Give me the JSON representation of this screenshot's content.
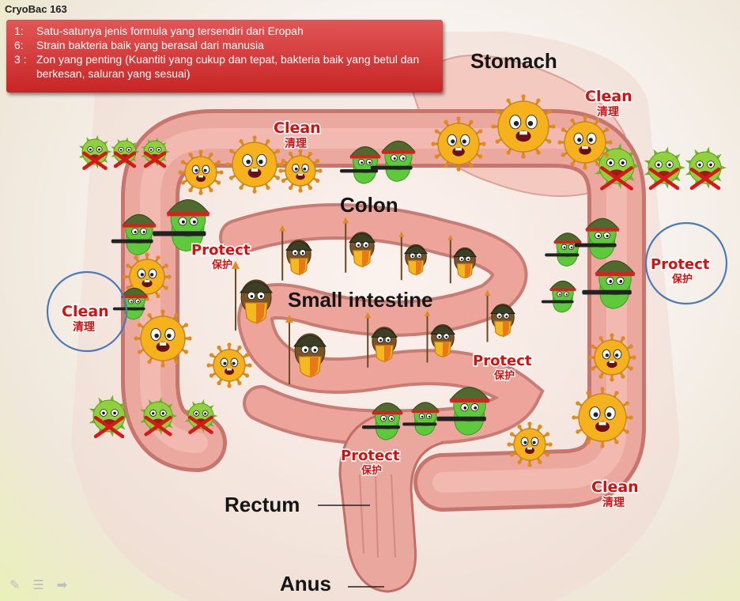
{
  "title": "CryoBac 163",
  "info": [
    {
      "num": "1:",
      "text": "Satu-satunya jenis formula yang tersendiri dari Eropah"
    },
    {
      "num": "6:",
      "text": "Strain bakteria baik yang berasal dari manusia"
    },
    {
      "num": "3 :",
      "text": "Zon yang penting (Kuantiti yang cukup dan tepat, bakteria baik yang betul dan berkesan, saluran yang sesuai)"
    }
  ],
  "organs": {
    "stomach": "Stomach",
    "colon": "Colon",
    "small_intestine": "Small intestine",
    "rectum": "Rectum",
    "anus": "Anus"
  },
  "tags": {
    "clean": "Clean",
    "clean_cn": "清理",
    "protect": "Protect",
    "protect_cn": "保护"
  },
  "colors": {
    "info_box": "#d43a3a",
    "tag_text": "#d41010",
    "circle_stroke": "#4a7ab8",
    "intestine": "#e9a39a",
    "good_bacteria": "#f5b21c",
    "soldier": "#5ec93a",
    "bad_bacteria": "#8fd13c",
    "cross": "#d81818"
  },
  "icons": {
    "nav_pen": "pen-icon",
    "nav_menu": "menu-icon",
    "nav_arrow": "arrow-right-icon"
  }
}
